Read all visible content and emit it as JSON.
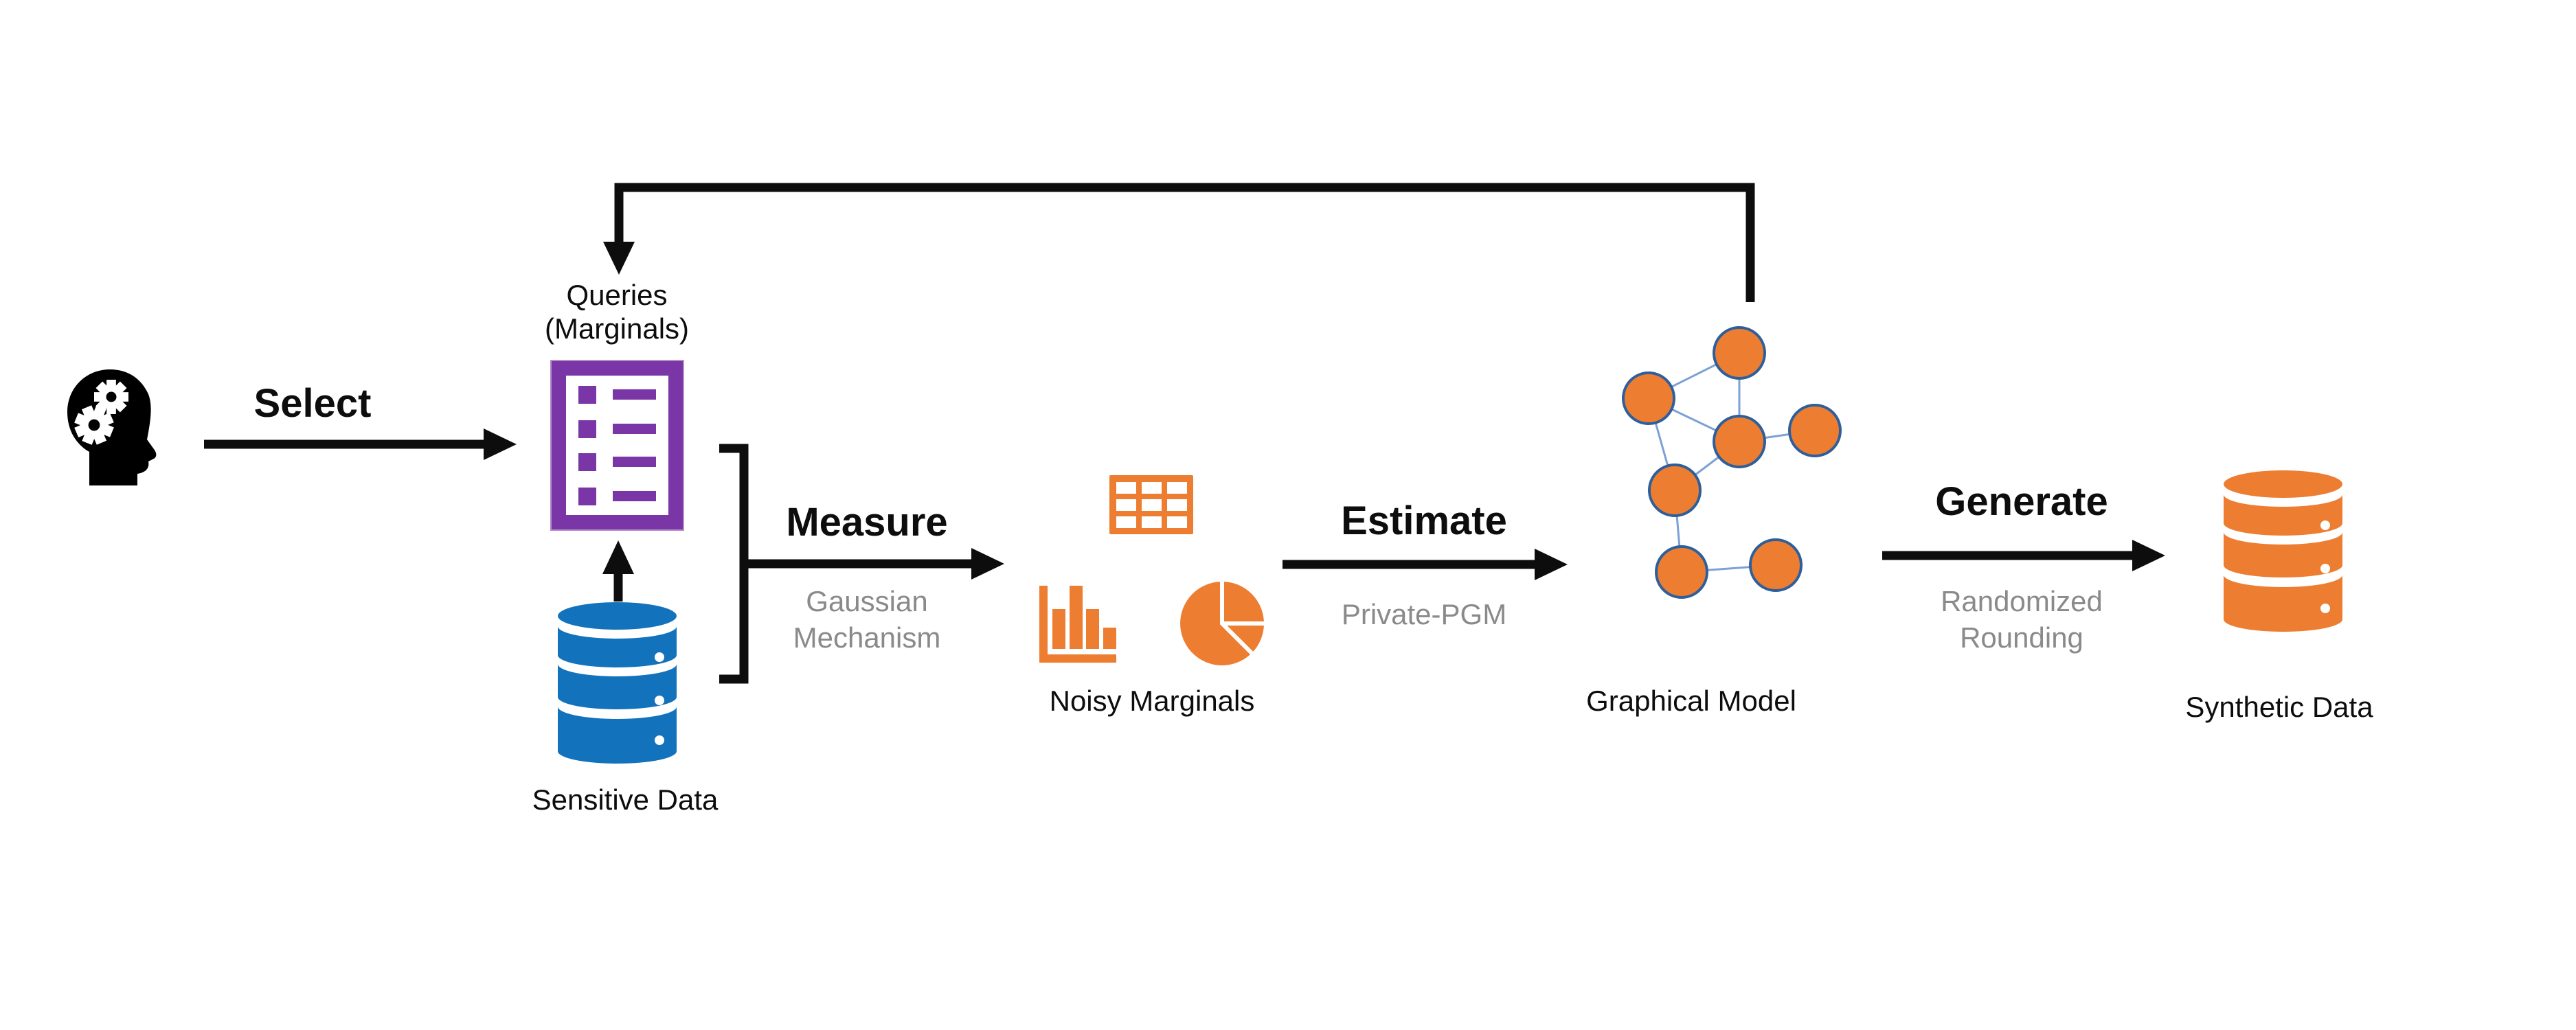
{
  "diagram": {
    "background": "#ffffff",
    "colors": {
      "black": "#0d0d0d",
      "graytext": "#8a8a8a",
      "purple": "#7a35a6",
      "blue": "#1272bc",
      "orange": "#ed7d31",
      "nodeborder": "#2e5f9b",
      "edge": "#7ca1d6"
    },
    "actor": {
      "icon": "head-gears-icon"
    },
    "steps": [
      {
        "label": "Select",
        "sublabel": ""
      },
      {
        "label": "Measure",
        "sublabel": "Gaussian Mechanism"
      },
      {
        "label": "Estimate",
        "sublabel": "Private-PGM"
      },
      {
        "label": "Generate",
        "sublabel": "Randomized Rounding"
      }
    ],
    "nodes": [
      {
        "label": "Queries",
        "sublabel": "(Marginals)",
        "icon": "checklist-icon"
      },
      {
        "label": "Sensitive Data",
        "icon": "database-icon"
      },
      {
        "label": "Noisy Marginals",
        "icons": [
          "table-icon",
          "bar-chart-icon",
          "pie-chart-icon"
        ]
      },
      {
        "label": "Graphical Model",
        "icon": "network-graph-icon"
      },
      {
        "label": "Synthetic Data",
        "icon": "database-icon"
      }
    ],
    "feedback_loop": {
      "from": "Graphical Model",
      "to": "Queries"
    }
  }
}
